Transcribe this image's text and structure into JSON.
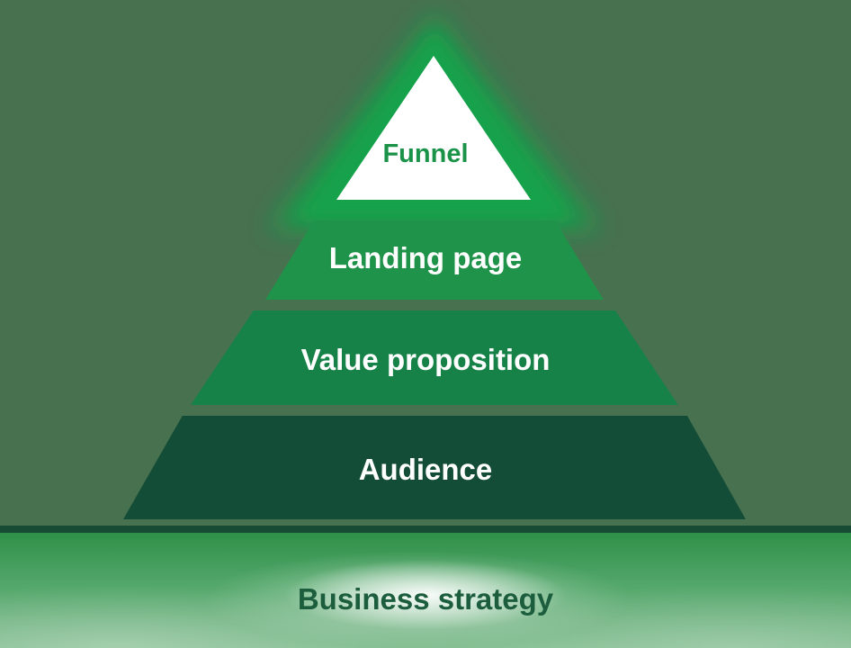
{
  "diagram": {
    "type": "pyramid-funnel",
    "background_color": "#48714F",
    "glow_color": "#12A24C",
    "tiers": [
      {
        "label": "Funnel",
        "fill": "#FFFFFF",
        "text_color": "#1A9349"
      },
      {
        "label": "Landing page",
        "fill": "#20934A",
        "text_color": "#FFFFFF"
      },
      {
        "label": "Value proposition",
        "fill": "#168248",
        "text_color": "#FFFFFF"
      },
      {
        "label": "Audience",
        "fill": "#144D37",
        "text_color": "#FFFFFF"
      }
    ],
    "base_band": {
      "label": "Business strategy",
      "text_color": "#1B5D3C",
      "divider_color": "#174B33",
      "gradient_top": "#2F9049",
      "gradient_bottom": "#85BF92"
    }
  }
}
